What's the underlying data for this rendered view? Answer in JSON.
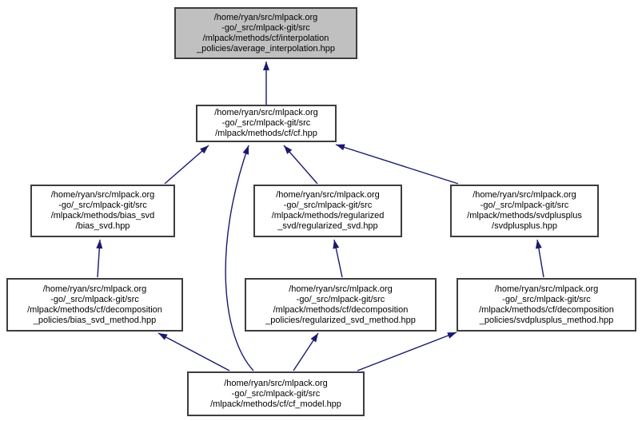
{
  "graph": {
    "description": "include-dependency-graph",
    "colors": {
      "edge": "#191970",
      "node_fill": "#ffffff",
      "highlighted_node_fill": "#c0c0c0",
      "node_border": "#3d3d3d",
      "background": "#ffffff",
      "text": "#000000"
    },
    "nodes": [
      {
        "id": "average_interpolation",
        "highlighted": true,
        "label": "/home/ryan/src/mlpack.org\n-go/_src/mlpack-git/src\n/mlpack/methods/cf/interpolation\n_policies/average_interpolation.hpp"
      },
      {
        "id": "cf",
        "highlighted": false,
        "label": "/home/ryan/src/mlpack.org\n-go/_src/mlpack-git/src\n/mlpack/methods/cf/cf.hpp"
      },
      {
        "id": "bias_svd",
        "highlighted": false,
        "label": "/home/ryan/src/mlpack.org\n-go/_src/mlpack-git/src\n/mlpack/methods/bias_svd\n/bias_svd.hpp"
      },
      {
        "id": "regularized_svd",
        "highlighted": false,
        "label": "/home/ryan/src/mlpack.org\n-go/_src/mlpack-git/src\n/mlpack/methods/regularized\n_svd/regularized_svd.hpp"
      },
      {
        "id": "svdplusplus",
        "highlighted": false,
        "label": "/home/ryan/src/mlpack.org\n-go/_src/mlpack-git/src\n/mlpack/methods/svdplusplus\n/svdplusplus.hpp"
      },
      {
        "id": "bias_svd_method",
        "highlighted": false,
        "label": "/home/ryan/src/mlpack.org\n-go/_src/mlpack-git/src\n/mlpack/methods/cf/decomposition\n_policies/bias_svd_method.hpp"
      },
      {
        "id": "regularized_svd_method",
        "highlighted": false,
        "label": "/home/ryan/src/mlpack.org\n-go/_src/mlpack-git/src\n/mlpack/methods/cf/decomposition\n_policies/regularized_svd_method.hpp"
      },
      {
        "id": "svdplusplus_method",
        "highlighted": false,
        "label": "/home/ryan/src/mlpack.org\n-go/_src/mlpack-git/src\n/mlpack/methods/cf/decomposition\n_policies/svdplusplus_method.hpp"
      },
      {
        "id": "cf_model",
        "highlighted": false,
        "label": "/home/ryan/src/mlpack.org\n-go/_src/mlpack-git/src\n/mlpack/methods/cf/cf_model.hpp"
      }
    ],
    "edges": [
      {
        "from": "cf",
        "to": "average_interpolation"
      },
      {
        "from": "bias_svd",
        "to": "cf"
      },
      {
        "from": "cf_model",
        "to": "cf"
      },
      {
        "from": "regularized_svd",
        "to": "cf"
      },
      {
        "from": "svdplusplus",
        "to": "cf"
      },
      {
        "from": "bias_svd_method",
        "to": "bias_svd"
      },
      {
        "from": "regularized_svd_method",
        "to": "regularized_svd"
      },
      {
        "from": "svdplusplus_method",
        "to": "svdplusplus"
      },
      {
        "from": "cf_model",
        "to": "bias_svd_method"
      },
      {
        "from": "cf_model",
        "to": "regularized_svd_method"
      },
      {
        "from": "cf_model",
        "to": "svdplusplus_method"
      }
    ]
  }
}
